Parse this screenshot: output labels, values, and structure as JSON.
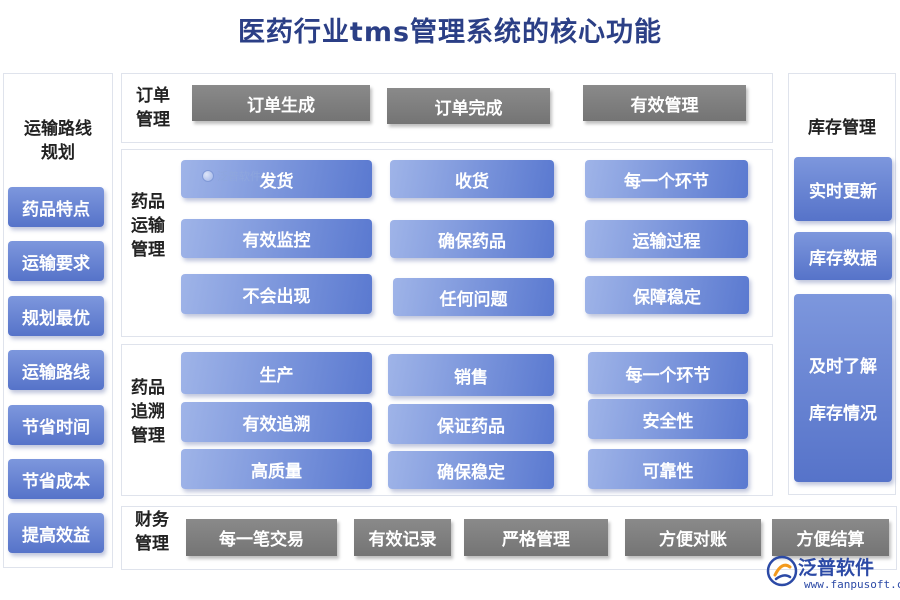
{
  "title": "医药行业tms管理系统的核心功能",
  "colors": {
    "title": "#2b3f86",
    "gray_chip": "#7d7d7d",
    "blue_chip": "#5a79d0",
    "panel_border": "#dfe3ec"
  },
  "left": {
    "label": "运输路线\n规划",
    "items": [
      "药品特点",
      "运输要求",
      "规划最优",
      "运输路线",
      "节省时间",
      "节省成本",
      "提高效益"
    ]
  },
  "right": {
    "label": "库存管理",
    "items": [
      "实时更新",
      "库存数据"
    ],
    "detail_line1": "及时了解",
    "detail_line2": "库存情况"
  },
  "order": {
    "label": "订单\n管理",
    "items": [
      "订单生成",
      "订单完成",
      "有效管理"
    ]
  },
  "transport": {
    "label": "药品\n运输\n管理",
    "items": [
      "发货",
      "收货",
      "每一个环节",
      "有效监控",
      "确保药品",
      "运输过程",
      "不会出现",
      "任何问题",
      "保障稳定"
    ]
  },
  "trace": {
    "label": "药品\n追溯\n管理",
    "items": [
      "生产",
      "销售",
      "每一个环节",
      "有效追溯",
      "保证药品",
      "安全性",
      "高质量",
      "确保稳定",
      "可靠性"
    ]
  },
  "finance": {
    "label": "财务\n管理",
    "items": [
      "每一笔交易",
      "有效记录",
      "严格管理",
      "方便对账",
      "方便结算"
    ]
  },
  "watermark": {
    "name": "泛普软件",
    "url": "www.fanpusoft.com",
    "small": "泛普软件"
  }
}
